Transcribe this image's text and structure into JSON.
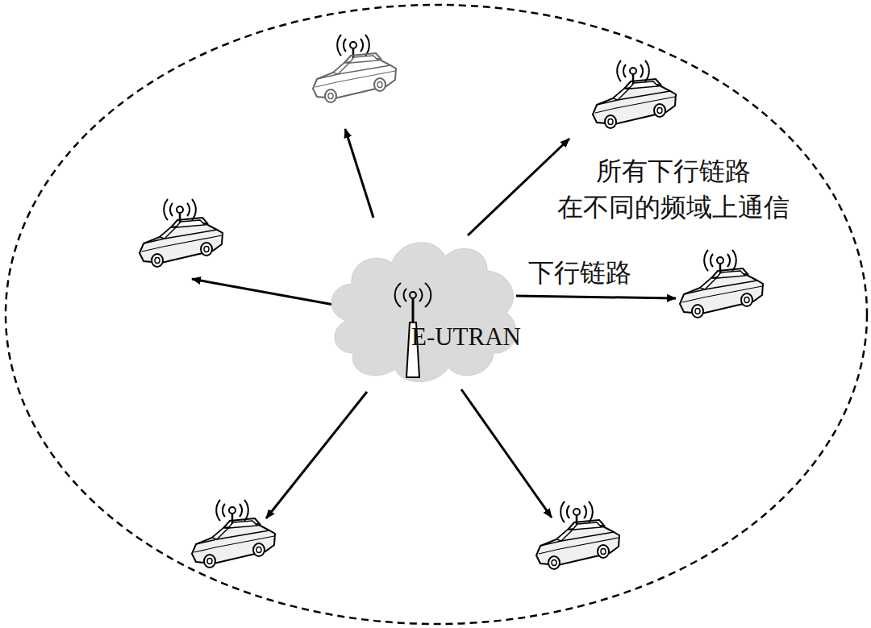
{
  "diagram": {
    "nodes": [
      {
        "text": [
          "E-UTRAN"
        ]
      }
    ],
    "labels": [
      "所有下行链路 在不同的频域上通信",
      "下行链路"
    ]
  }
}
